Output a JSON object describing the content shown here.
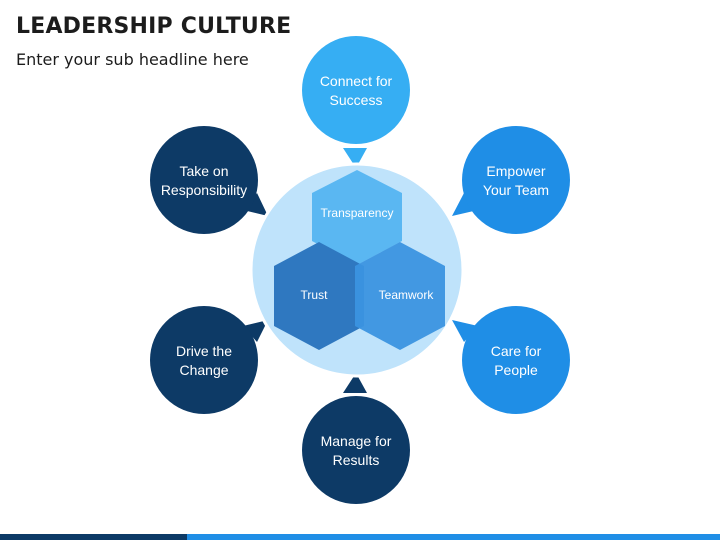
{
  "header": {
    "title": "LEADERSHIP CULTURE",
    "subtitle": "Enter your sub headline here"
  },
  "center": {
    "hex_top": "Transparency",
    "hex_left": "Trust",
    "hex_right": "Teamwork"
  },
  "nodes": {
    "top": [
      "Connect for",
      "Success"
    ],
    "top_right": [
      "Empower",
      "Your Team"
    ],
    "bottom_right": [
      "Care for",
      "People"
    ],
    "bottom": [
      "Manage for",
      "Results"
    ],
    "bottom_left": [
      "Drive the",
      "Change"
    ],
    "top_left": [
      "Take on",
      "Responsibility"
    ]
  },
  "colors": {
    "light_blue": "#36aef3",
    "medium_blue": "#1f8ee6",
    "navy": "#0d3a66",
    "center_circle": "#bfe3fb",
    "hex_top": "#5ab7f2",
    "hex_left": "#2f78c0",
    "hex_right": "#3b94e0"
  }
}
